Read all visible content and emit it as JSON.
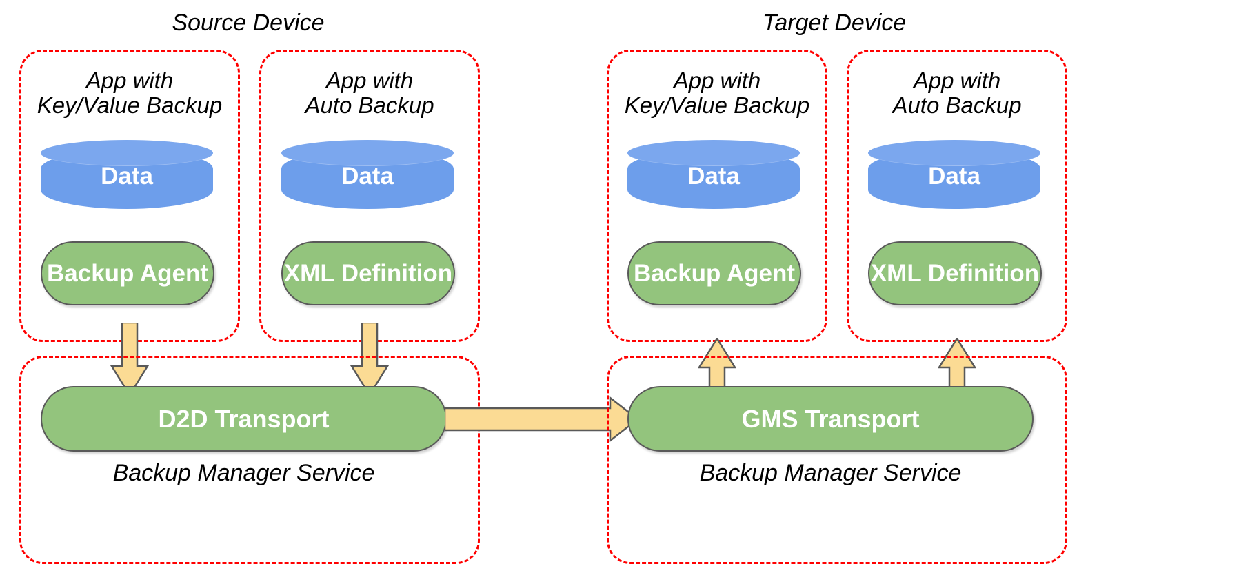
{
  "diagram": {
    "title_left": "Source Device",
    "title_right": "Target Device",
    "colors": {
      "dashed_border": "#ff0000",
      "cylinder_fill": "#6d9eeb",
      "cylinder_top": "#7ba7ee",
      "pill_fill": "#93c47d",
      "pill_stroke": "#595959",
      "arrow_fill": "#fbdb94",
      "arrow_stroke": "#595959",
      "text_on_shape": "#ffffff",
      "text_plain": "#000000"
    },
    "source": {
      "device_label": "Source Device",
      "service_label": "Backup Manager Service",
      "transport_label": "D2D Transport",
      "apps": [
        {
          "title_line1": "App with",
          "title_line2": "Key/Value Backup",
          "data_label": "Data",
          "component_label": "Backup Agent",
          "arrow_direction": "down"
        },
        {
          "title_line1": "App with",
          "title_line2": "Auto Backup",
          "data_label": "Data",
          "component_label": "XML Definition",
          "arrow_direction": "down"
        }
      ]
    },
    "target": {
      "device_label": "Target Device",
      "service_label": "Backup Manager Service",
      "transport_label": "GMS Transport",
      "apps": [
        {
          "title_line1": "App with",
          "title_line2": "Key/Value Backup",
          "data_label": "Data",
          "component_label": "Backup Agent",
          "arrow_direction": "up"
        },
        {
          "title_line1": "App with",
          "title_line2": "Auto Backup",
          "data_label": "Data",
          "component_label": "XML Definition",
          "arrow_direction": "up"
        }
      ]
    },
    "transfer_arrow": {
      "direction": "right",
      "from": "D2D Transport",
      "to": "GMS Transport"
    }
  }
}
